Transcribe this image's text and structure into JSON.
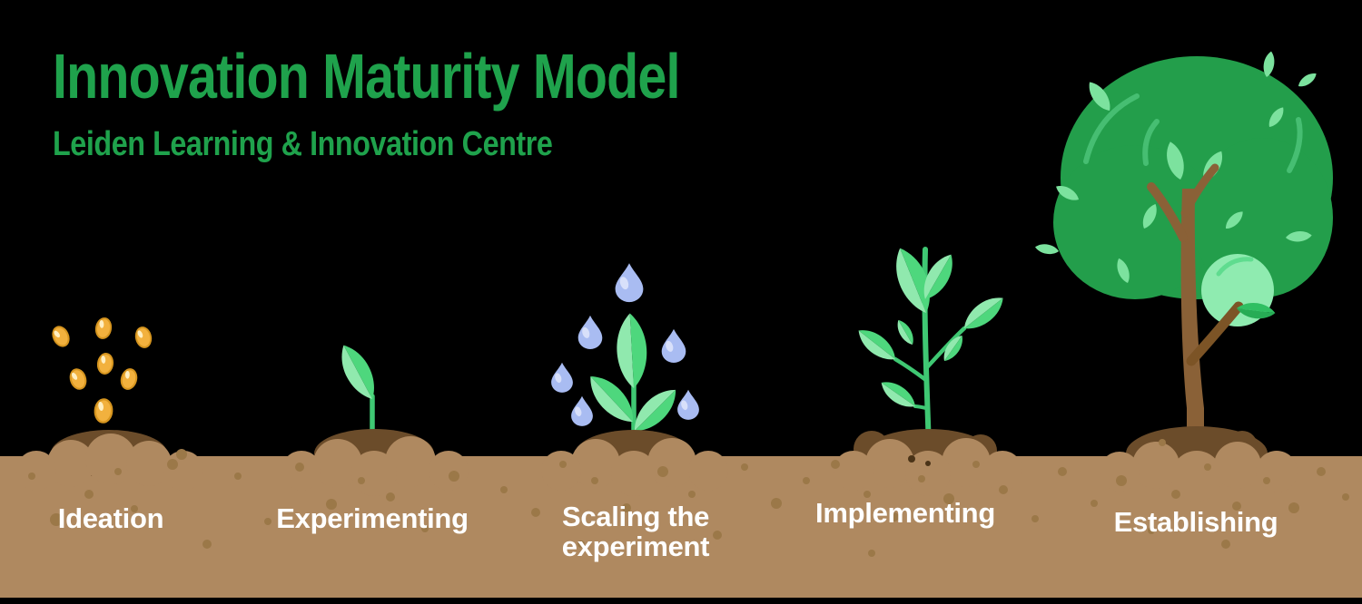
{
  "header": {
    "title": "Innovation Maturity Model",
    "subtitle": "Leiden Learning & Innovation Centre"
  },
  "stages": [
    {
      "label": "Ideation",
      "icon": "seeds-icon"
    },
    {
      "label": "Experimenting",
      "icon": "sprout-icon"
    },
    {
      "label": "Scaling the\nexperiment",
      "icon": "watered-seedling-icon"
    },
    {
      "label": "Implementing",
      "icon": "young-plant-icon"
    },
    {
      "label": "Establishing",
      "icon": "tree-icon"
    }
  ],
  "colors": {
    "background": "#000000",
    "accent_green": "#1FA24C",
    "label_text": "#FFFFFF",
    "soil": "#AF8960",
    "soil_dark": "#6B4C2A",
    "soil_speckle": "#9B7848",
    "seed_gold": "#F2B13E",
    "seed_edge": "#D6951F",
    "leaf_light": "#90E9AE",
    "leaf_dark": "#4ED77D",
    "stem_green": "#3FC873",
    "drop_blue": "#A9BCF2",
    "drop_highlight": "#D8E0FA",
    "canopy_green": "#239E4B",
    "canopy_leaf": "#7CE29E",
    "canopy_mint": "#8FEBB0",
    "trunk_brown": "#8A6137",
    "branch_brown": "#7C5426"
  }
}
